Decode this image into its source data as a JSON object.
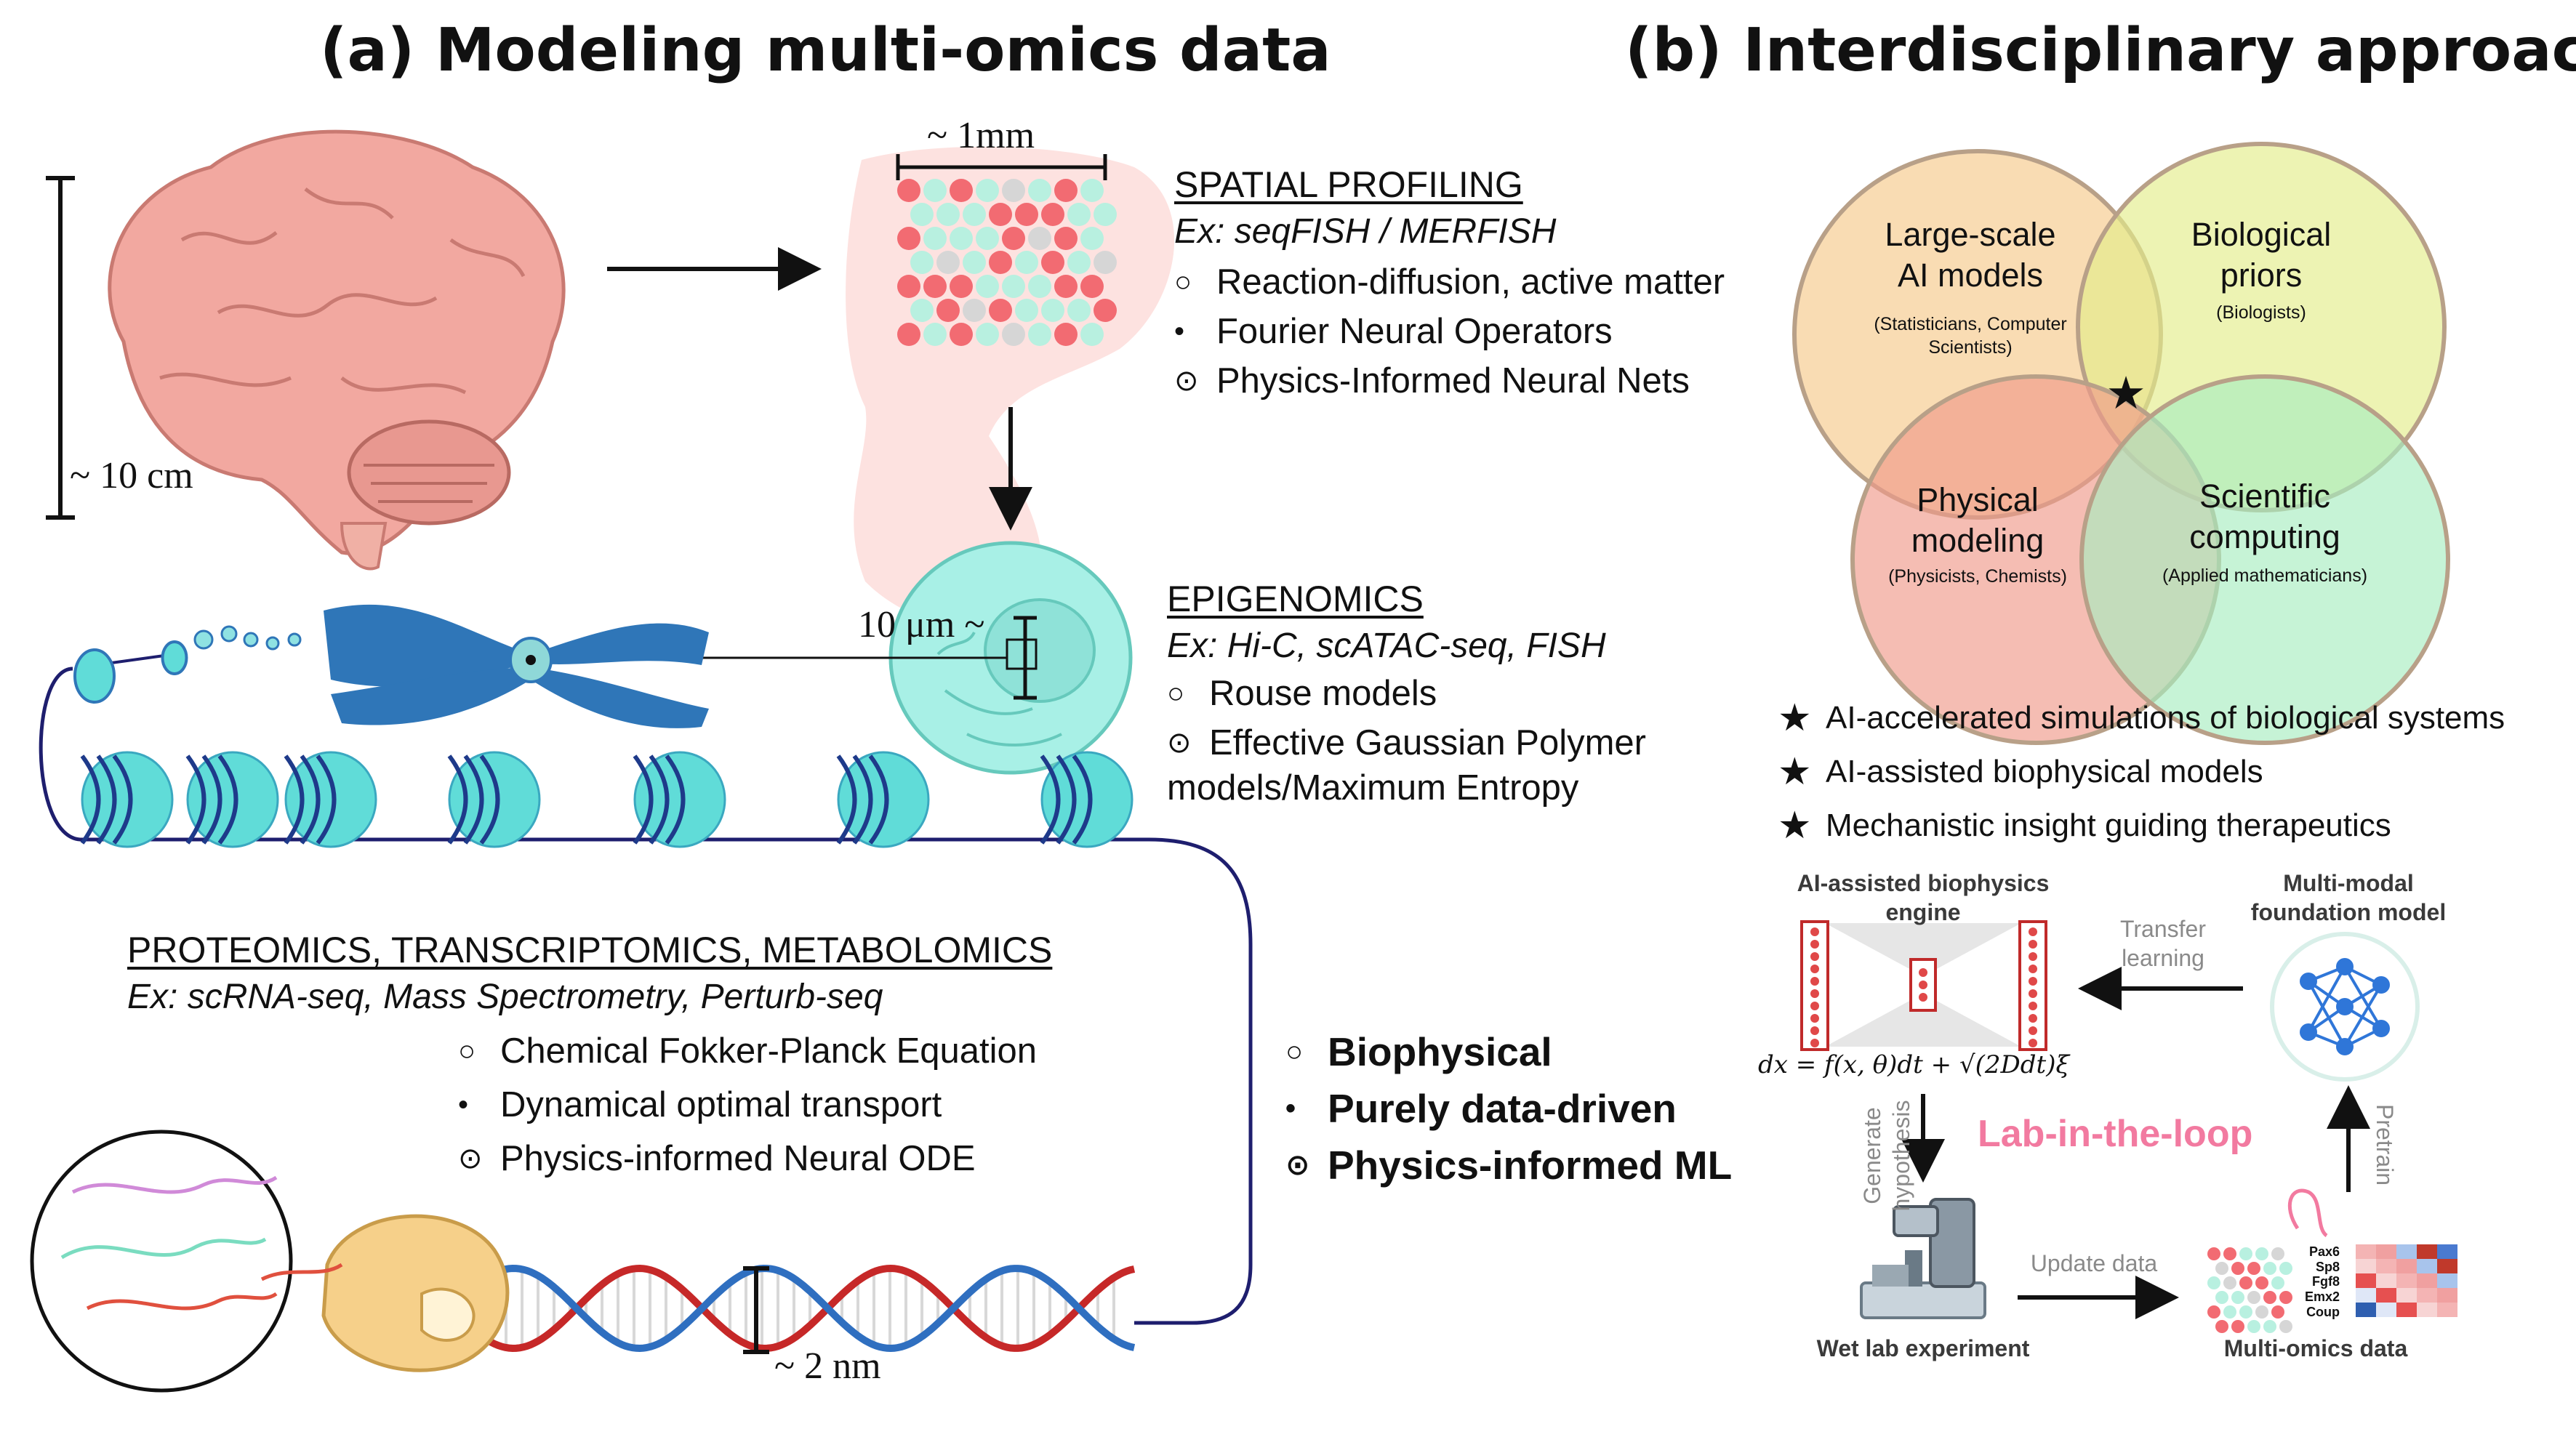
{
  "panel_a": {
    "title": "(a)  Modeling multi-omics data",
    "scales": {
      "brain": "~ 10 cm",
      "tissue": "~ 1mm",
      "cell": "10 μm ~",
      "dna": "~ 2 nm"
    },
    "spatial": {
      "heading": "SPATIAL PROFILING",
      "example": "Ex: seqFISH / MERFISH",
      "items": [
        "Reaction-diffusion, active matter",
        "Fourier Neural Operators",
        "Physics-Informed Neural Nets"
      ]
    },
    "epigenomics": {
      "heading": "EPIGENOMICS",
      "example": "Ex: Hi-C, scATAC-seq, FISH",
      "items": [
        "Rouse models",
        "Effective Gaussian Polymer",
        "models/Maximum Entropy"
      ]
    },
    "proteomics": {
      "heading": "PROTEOMICS, TRANSCRIPTOMICS, METABOLOMICS",
      "example": "Ex: scRNA-seq, Mass Spectrometry, Perturb-seq",
      "items": [
        "Chemical Fokker-Planck Equation",
        "Dynamical optimal transport",
        "Physics-informed Neural ODE"
      ]
    },
    "legend": [
      "Biophysical",
      "Purely data-driven",
      "Physics-informed ML"
    ],
    "symbols": {
      "open": "○",
      "filled": "•",
      "dotted": "⊙"
    }
  },
  "panel_b": {
    "title": "(b)  Interdisciplinary approach",
    "venn": [
      {
        "label": "Large-scale\nAI models",
        "sub": "(Statisticians, Computer\nScientists)",
        "color": "#f6c98a"
      },
      {
        "label": "Biological\npriors",
        "sub": "(Biologists)",
        "color": "#e4ec8a"
      },
      {
        "label": "Physical\nmodeling",
        "sub": "(Physicists, Chemists)",
        "color": "#f09a8a"
      },
      {
        "label": "Scientific\ncomputing",
        "sub": "(Applied mathematicians)",
        "color": "#a8ecc0"
      }
    ],
    "star_items": [
      "AI-accelerated simulations of biological systems",
      "AI-assisted biophysical models",
      "Mechanistic insight guiding therapeutics"
    ],
    "loop": {
      "engine_title": "AI-assisted biophysics\nengine",
      "foundation_title": "Multi-modal\nfoundation model",
      "transfer": "Transfer\nlearning",
      "generate": "Generate\nhypothesis",
      "pretrain": "Pretrain",
      "center": "Lab-in-the-loop",
      "update": "Update data",
      "wetlab": "Wet lab experiment",
      "multiomics": "Multi-omics data",
      "equation": "dx = f(x, θ)dt + √(2Ddt)ξ",
      "genes": [
        "Pax6",
        "Sp8",
        "Fgf8",
        "Emx2",
        "Coup"
      ]
    },
    "colors": {
      "accent_pink": "#f27aa0",
      "gray_text": "#8a8a8a"
    }
  }
}
